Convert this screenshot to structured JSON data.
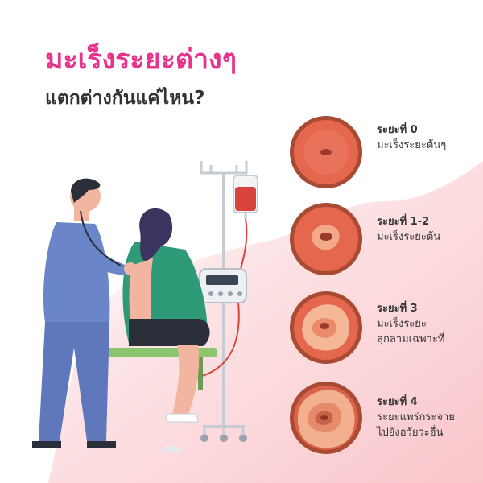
{
  "title": "มะเร็งระยะต่างๆ",
  "subtitle": "แตกต่างกันแค่ไหน?",
  "colors": {
    "title": "#e8338d",
    "text": "#333333",
    "background_pink": "#fbd3d6"
  },
  "stages": [
    {
      "label": "ระยะที่ 0",
      "desc": [
        "มะเร็งระยะต้นๆ"
      ]
    },
    {
      "label": "ระยะที่ 1-2",
      "desc": [
        "มะเร็งระยะต้น"
      ]
    },
    {
      "label": "ระยะที่ 3",
      "desc": [
        "มะเร็งระยะ",
        "ลุกลามเฉพาะที่"
      ]
    },
    {
      "label": "ระยะที่ 4",
      "desc": [
        "ระยะแพร่กระจาย",
        "ไปยังอวัยวะอื่น"
      ]
    }
  ]
}
